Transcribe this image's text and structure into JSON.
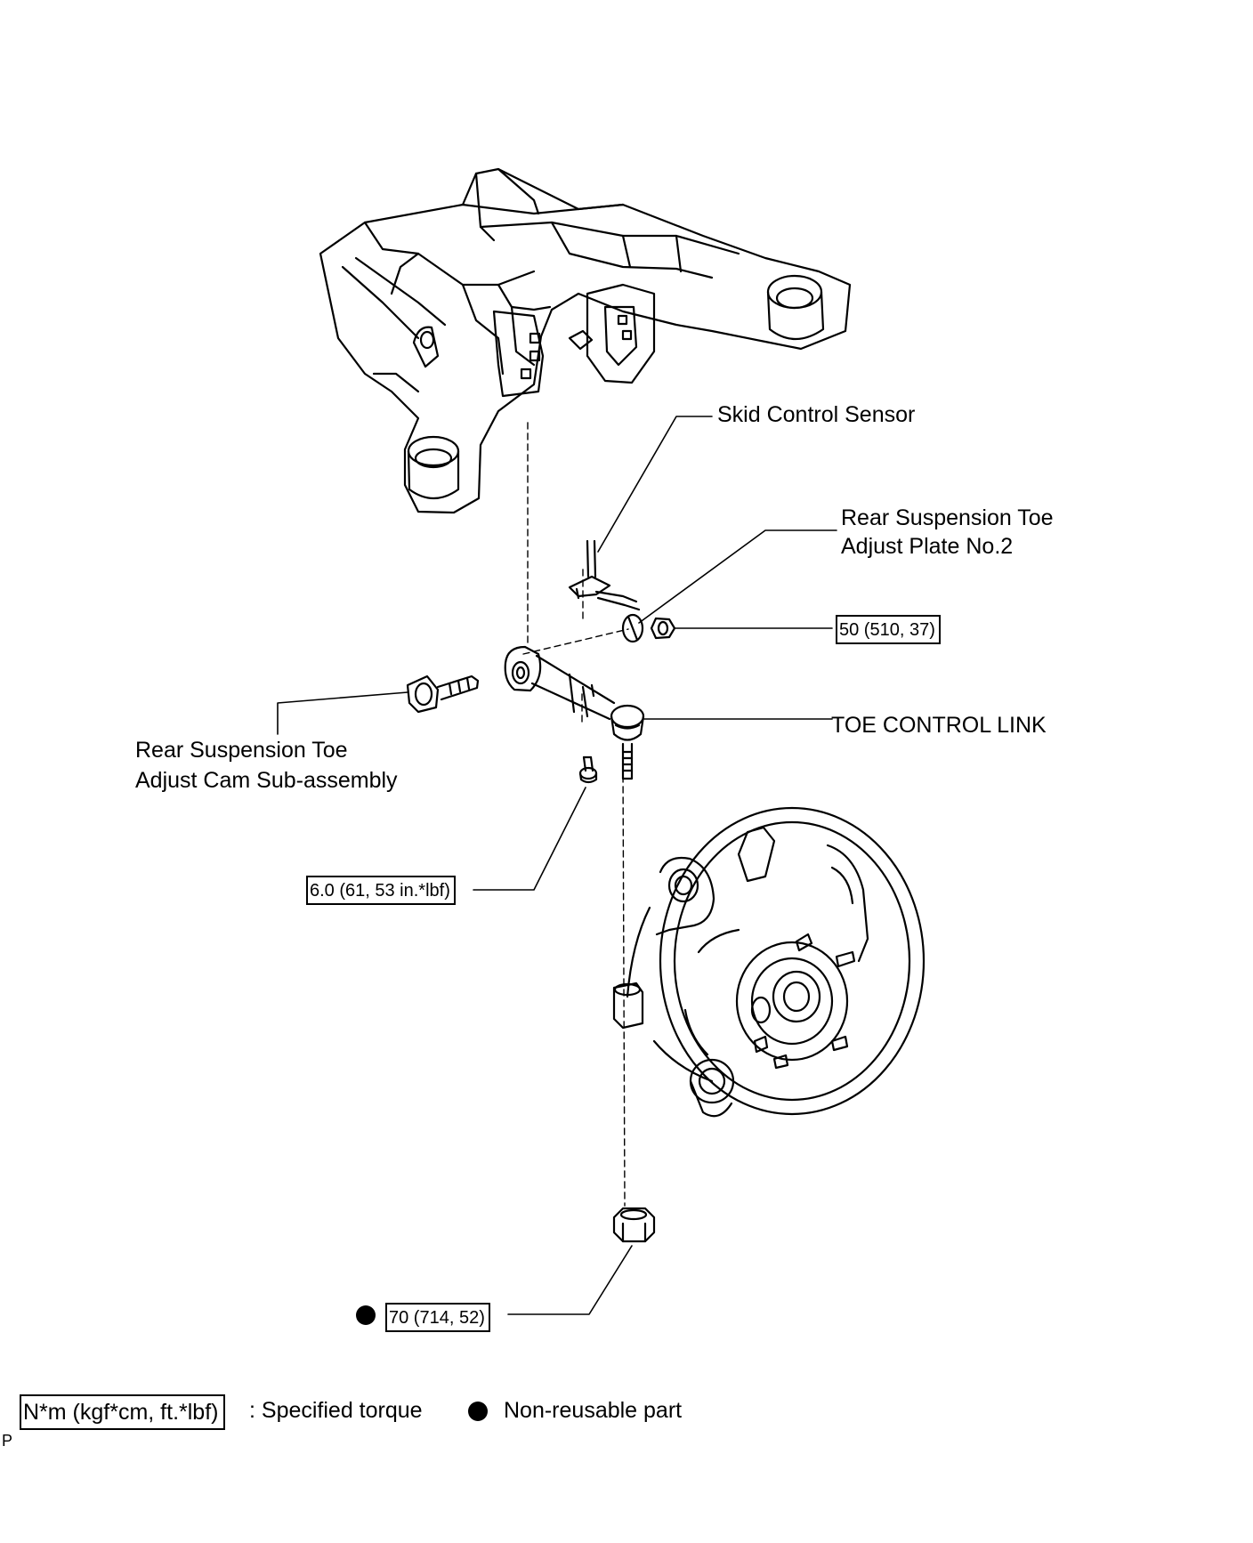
{
  "labels": {
    "skid_control_sensor": "Skid Control Sensor",
    "toe_adjust_plate_line1": "Rear Suspension Toe",
    "toe_adjust_plate_line2": "Adjust Plate No.2",
    "toe_control_link": "TOE CONTROL LINK",
    "toe_adjust_cam_line1": "Rear Suspension Toe",
    "toe_adjust_cam_line2": "Adjust Cam Sub-assembly"
  },
  "torques": {
    "nut_upper": "50 (510, 37)",
    "sensor_bolt": "6.0 (61, 53 in.*lbf)",
    "nut_lower": "70 (714, 52)"
  },
  "legend": {
    "torque_unit": "N*m (kgf*cm, ft.*lbf)",
    "torque_desc": ": Specified torque",
    "nonreusable_desc": "Non-reusable part"
  },
  "corner_mark": "P"
}
